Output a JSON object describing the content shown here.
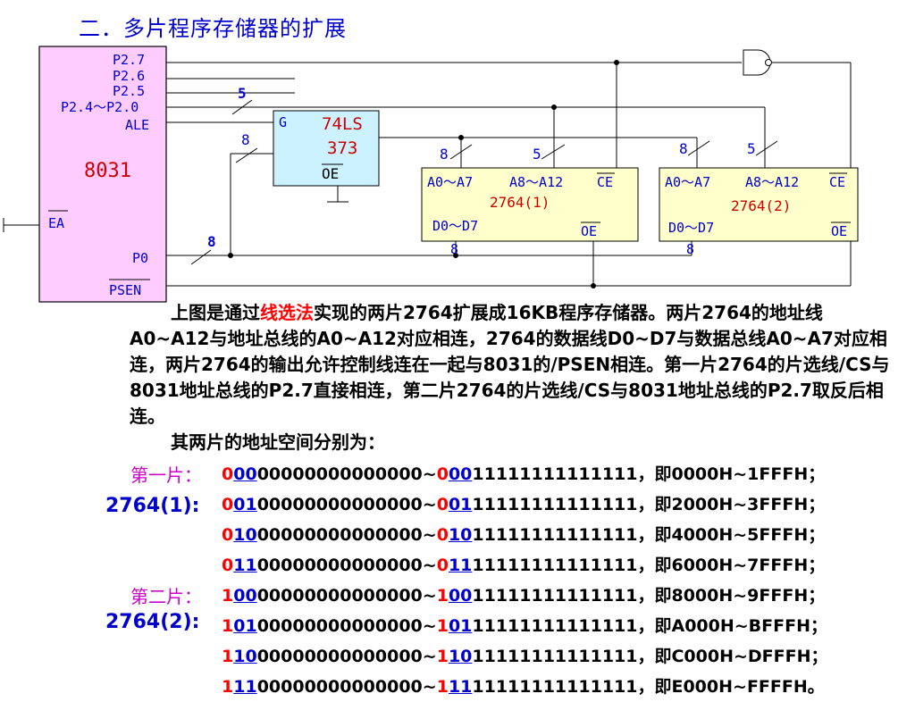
{
  "title": "二．多片程序存储器的扩展",
  "cpu": {
    "name": "8031",
    "pins": [
      "P2.7",
      "P2.6",
      "P2.5",
      "P2.4～P2.0",
      "ALE",
      "EA",
      "P0",
      "PSEN"
    ]
  },
  "latch": {
    "label1": "74LS",
    "label2": "373",
    "g": "G",
    "oe": "OE"
  },
  "chip1": {
    "addr_lo": "A0～A7",
    "addr_hi": "A8～A12",
    "ce": "CE",
    "name": "2764(1)",
    "data": "D0～D7",
    "oe": "OE"
  },
  "chip2": {
    "addr_lo": "A0～A7",
    "addr_hi": "A8～A12",
    "ce": "CE",
    "name": "2764(2)",
    "data": "D0～D7",
    "oe": "OE"
  },
  "bus_labels": {
    "p2_width": "5",
    "p0_width": "8",
    "latch_out": "8",
    "c1_lo": "8",
    "c1_hi": "5",
    "c2_lo": "8",
    "c2_hi": "5",
    "c1_data": "8",
    "c2_data": "8"
  },
  "paragraph": {
    "p1": "上图是通过",
    "p1_red": "线选法",
    "p1_rest": "实现的两片2764扩展成16KB程序存储器。两片2764的地址线A0~A12与地址总线的A0~A12对应相连，2764的数据线D0~D7与数据总线A0~A7对应相连，两片2764的输出允许控制线连在一起与8031的/PSEN相连。第一片2764的片选线/CS与8031地址总线的P2.7直接相连，第二片2764的片选线/CS与8031地址总线的P2.7取反后相连。",
    "p2": "其两片的地址空间分别为："
  },
  "chip_labels": {
    "first": "第一片：",
    "second": "第二片：",
    "side1": "2764(1):",
    "side2": "2764(2):"
  },
  "rows": [
    {
      "a": "0",
      "b": "00",
      "c": "00000000000000",
      "sep": "~",
      "d": "0",
      "e": "00",
      "f": "11111111111111",
      "range": "，即0000H~1FFFH；"
    },
    {
      "a": "0",
      "b": "01",
      "c": "00000000000000",
      "sep": "~",
      "d": "0",
      "e": "01",
      "f": "11111111111111",
      "range": "，即2000H~3FFFH；"
    },
    {
      "a": "0",
      "b": "10",
      "c": "00000000000000",
      "sep": "~",
      "d": "0",
      "e": "10",
      "f": "11111111111111",
      "range": "，即4000H~5FFFH；"
    },
    {
      "a": "0",
      "b": "11",
      "c": "00000000000000",
      "sep": "~",
      "d": "0",
      "e": "11",
      "f": "11111111111111",
      "range": "，即6000H~7FFFH；"
    },
    {
      "a": "1",
      "b": "00",
      "c": "00000000000000",
      "sep": "~",
      "d": "1",
      "e": "00",
      "f": "11111111111111",
      "range": "，即8000H~9FFFH；"
    },
    {
      "a": "1",
      "b": "01",
      "c": "00000000000000",
      "sep": "~",
      "d": "1",
      "e": "01",
      "f": "11111111111111",
      "range": "，即A000H~BFFFH；"
    },
    {
      "a": "1",
      "b": "10",
      "c": "00000000000000",
      "sep": "~",
      "d": "1",
      "e": "10",
      "f": "11111111111111",
      "range": "，即C000H~DFFFH；"
    },
    {
      "a": "1",
      "b": "11",
      "c": "00000000000000",
      "sep": "~",
      "d": "1",
      "e": "11",
      "f": "11111111111111",
      "range": "，即E000H~FFFFH。"
    }
  ],
  "colors": {
    "cpu_fill": "#ffccff",
    "latch_fill": "#ccf2ff",
    "chip_fill": "#ffffcc",
    "accent": "#0000cc",
    "red": "#ff0000",
    "magenta": "#cc00cc"
  }
}
